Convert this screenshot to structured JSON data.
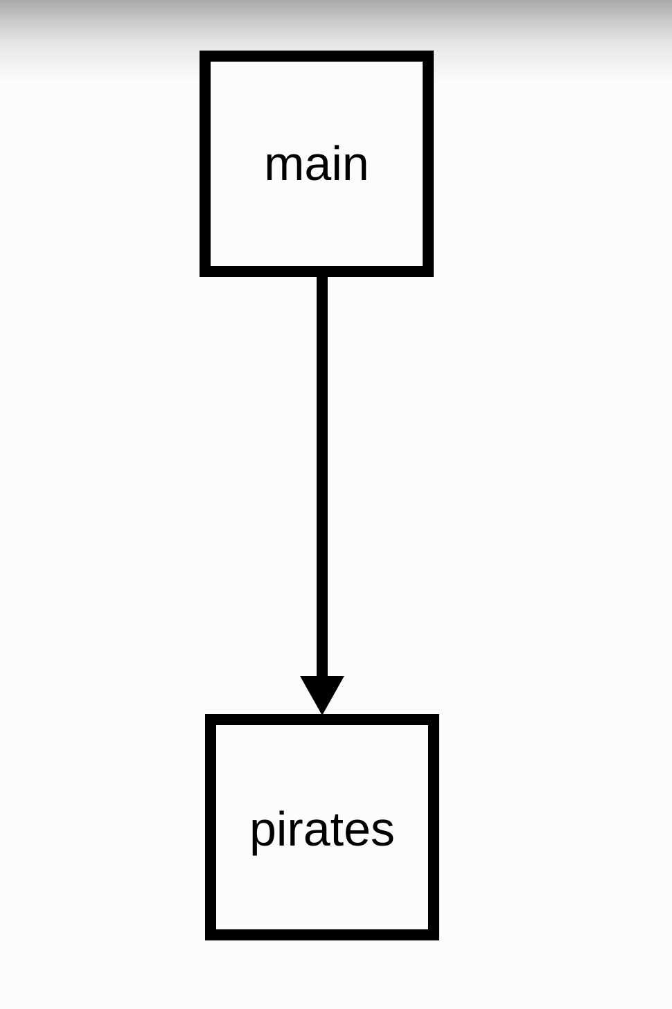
{
  "diagram": {
    "nodes": [
      {
        "id": "main",
        "label": "main"
      },
      {
        "id": "pirates",
        "label": "pirates"
      }
    ],
    "edges": [
      {
        "from": "main",
        "to": "pirates",
        "directed": true
      }
    ],
    "colors": {
      "stroke": "#000000",
      "background": "#fcfcfc"
    }
  }
}
